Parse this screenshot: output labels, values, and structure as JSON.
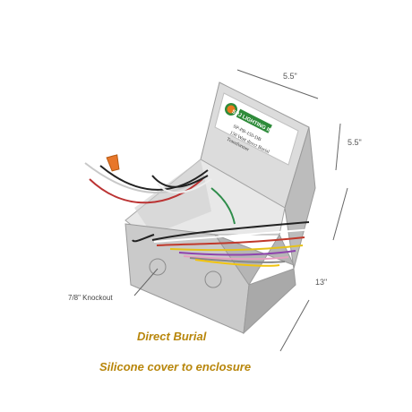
{
  "product": {
    "logo_text": "SPJ LIGHTING INC",
    "label_line1": "SP-PB-150-DB",
    "label_line2": "150 Watt direct Burial",
    "label_line3": "Transformer"
  },
  "dimensions": {
    "width": "5.5\"",
    "height": "5.5\"",
    "length": "13\""
  },
  "callouts": {
    "knockout": "7/8\" Knockout"
  },
  "captions": {
    "line1": "Direct Burial",
    "line2": "Silicone cover to enclosure"
  },
  "colors": {
    "caption": "#b8860b",
    "logo_green": "#2e8b3a",
    "logo_orange": "#e87a1e",
    "wire_nut": "#e8772a"
  }
}
